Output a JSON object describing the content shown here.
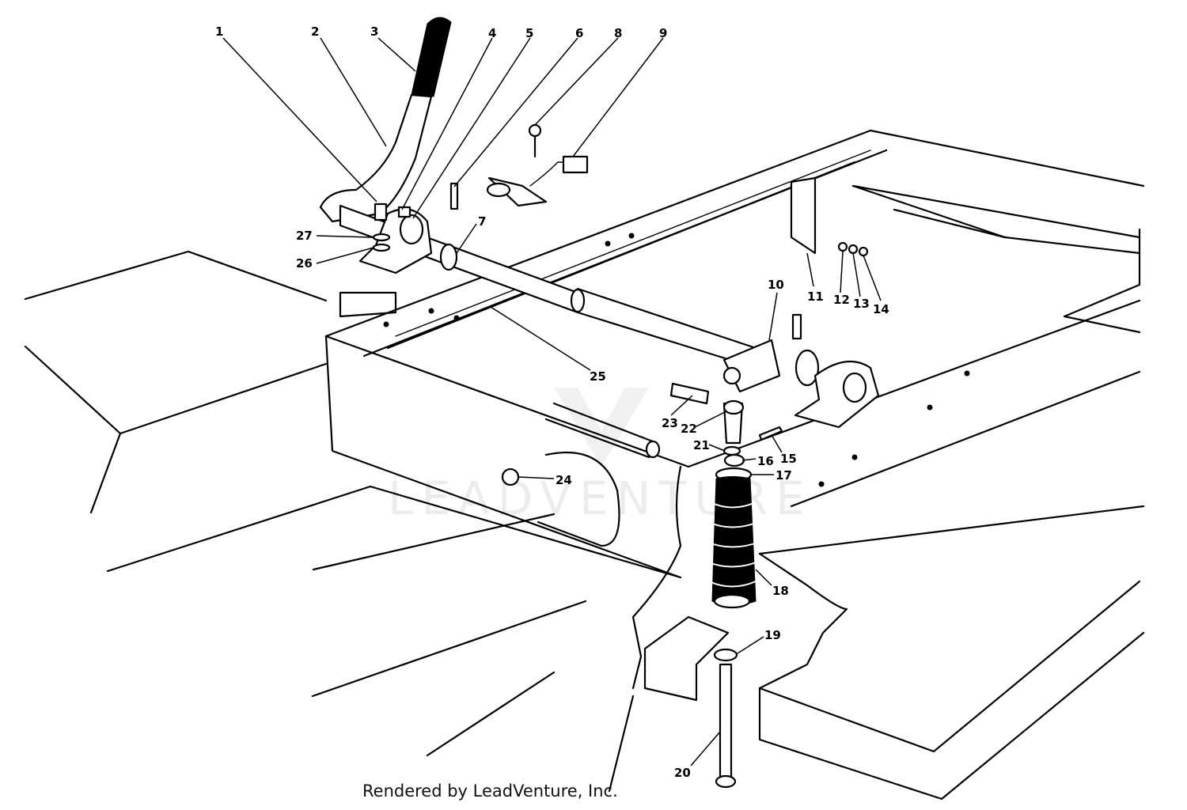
{
  "credit": "Rendered by LeadVenture, Inc.",
  "watermark": "LEADVENTURE",
  "callouts": [
    "1",
    "2",
    "3",
    "4",
    "5",
    "6",
    "8",
    "9",
    "27",
    "26",
    "7",
    "25",
    "10",
    "11",
    "12",
    "13",
    "14",
    "23",
    "22",
    "21",
    "16",
    "15",
    "17",
    "24",
    "18",
    "19",
    "20"
  ]
}
